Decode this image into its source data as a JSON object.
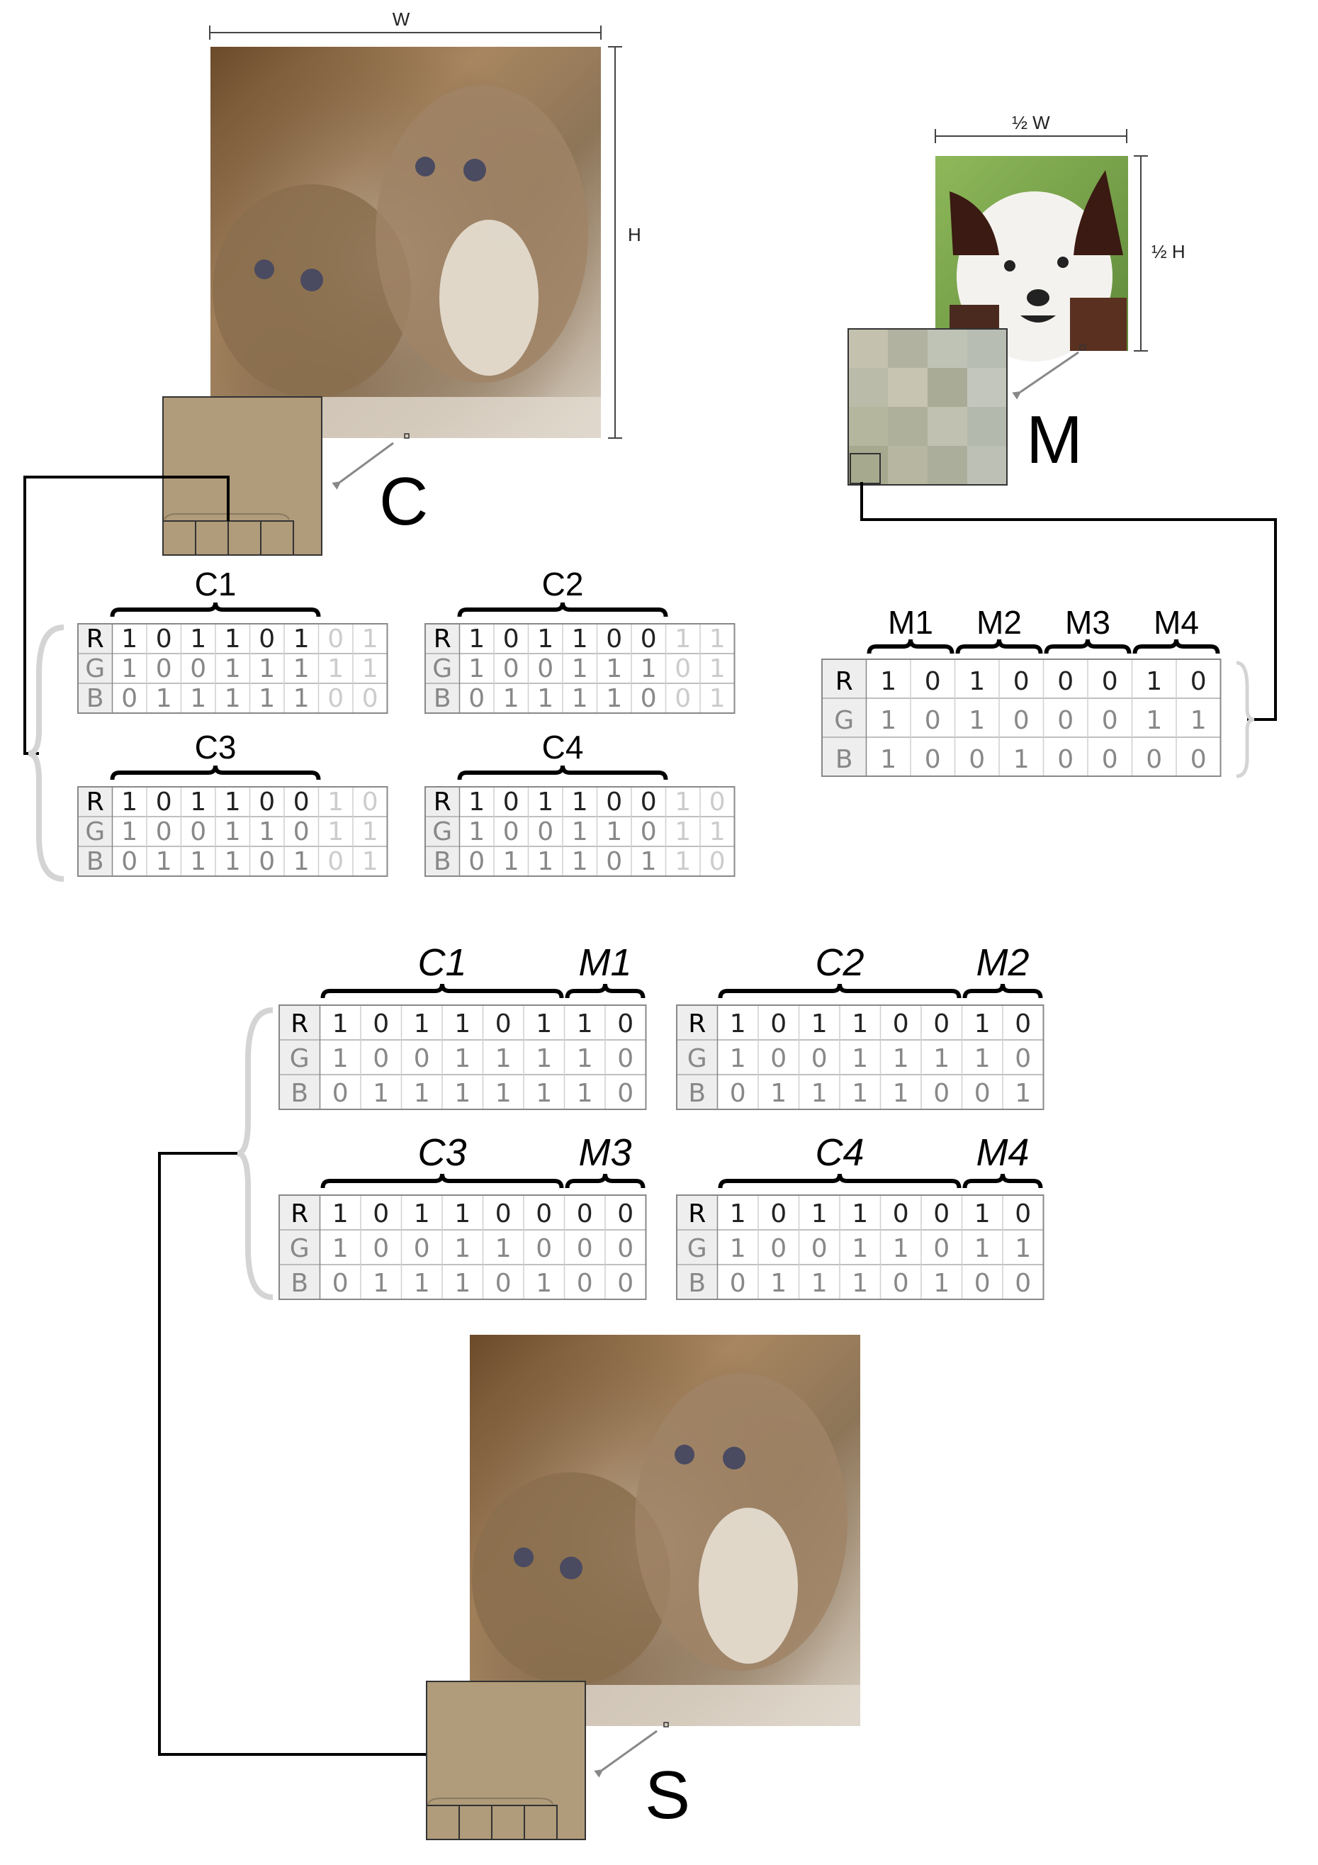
{
  "labels": {
    "W": "W",
    "H": "H",
    "half_W": "½ W",
    "half_H": "½ H",
    "C": "C",
    "M": "M",
    "S": "S"
  },
  "cover_tables": [
    {
      "name": "C1",
      "rows": [
        {
          "ch": "R",
          "bits": "10110101"
        },
        {
          "ch": "G",
          "bits": "10011111"
        },
        {
          "ch": "B",
          "bits": "01111100"
        }
      ]
    },
    {
      "name": "C2",
      "rows": [
        {
          "ch": "R",
          "bits": "10110011"
        },
        {
          "ch": "G",
          "bits": "10011101"
        },
        {
          "ch": "B",
          "bits": "01111001"
        }
      ]
    },
    {
      "name": "C3",
      "rows": [
        {
          "ch": "R",
          "bits": "10110010"
        },
        {
          "ch": "G",
          "bits": "10011011"
        },
        {
          "ch": "B",
          "bits": "01110101"
        }
      ]
    },
    {
      "name": "C4",
      "rows": [
        {
          "ch": "R",
          "bits": "10110010"
        },
        {
          "ch": "G",
          "bits": "10011011"
        },
        {
          "ch": "B",
          "bits": "01110110"
        }
      ]
    }
  ],
  "message_table": {
    "groups": [
      "M1",
      "M2",
      "M3",
      "M4"
    ],
    "rows": [
      {
        "ch": "R",
        "bits": "10100010"
      },
      {
        "ch": "G",
        "bits": "10100011"
      },
      {
        "ch": "B",
        "bits": "10010000"
      }
    ]
  },
  "stego_tables": [
    {
      "c": "C1",
      "m": "M1",
      "rows": [
        {
          "ch": "R",
          "bits": "10110110"
        },
        {
          "ch": "G",
          "bits": "10011110"
        },
        {
          "ch": "B",
          "bits": "01111110"
        }
      ]
    },
    {
      "c": "C2",
      "m": "M2",
      "rows": [
        {
          "ch": "R",
          "bits": "10110010"
        },
        {
          "ch": "G",
          "bits": "10011110"
        },
        {
          "ch": "B",
          "bits": "01111001"
        }
      ]
    },
    {
      "c": "C3",
      "m": "M3",
      "rows": [
        {
          "ch": "R",
          "bits": "10110000"
        },
        {
          "ch": "G",
          "bits": "10011000"
        },
        {
          "ch": "B",
          "bits": "01110100"
        }
      ]
    },
    {
      "c": "C4",
      "m": "M4",
      "rows": [
        {
          "ch": "R",
          "bits": "10110010"
        },
        {
          "ch": "G",
          "bits": "10011011"
        },
        {
          "ch": "B",
          "bits": "01110100"
        }
      ]
    }
  ],
  "colors": {
    "patch": "#b09b7a",
    "line": "#000000",
    "brace": "#d0d0d0",
    "arrow": "#888888"
  }
}
